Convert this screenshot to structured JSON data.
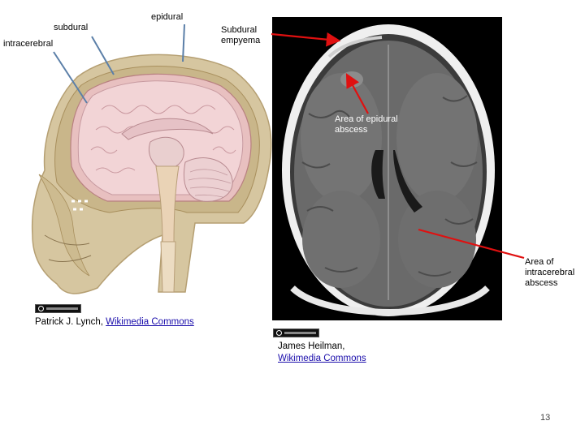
{
  "labels": {
    "subdural": "subdural",
    "epidural": "epidural",
    "intracerebral": "intracerebral",
    "subdural_empyema_line1": "Subdural",
    "subdural_empyema_line2": "empyema",
    "epidural_abscess_line1": "Area of epidural",
    "epidural_abscess_line2": "abscess",
    "intracerebral_abscess_line1": "Area of",
    "intracerebral_abscess_line2": "intracerebral",
    "intracerebral_abscess_line3": "abscess"
  },
  "credits": {
    "left_author": "Patrick J. Lynch, ",
    "left_link": "Wikimedia Commons",
    "right_author": "James Heilman, ",
    "right_link": "Wikimedia Commons"
  },
  "page_number": "13",
  "colors": {
    "arrow_red": "#e01010",
    "pointer_blue": "#5b7fa8"
  }
}
